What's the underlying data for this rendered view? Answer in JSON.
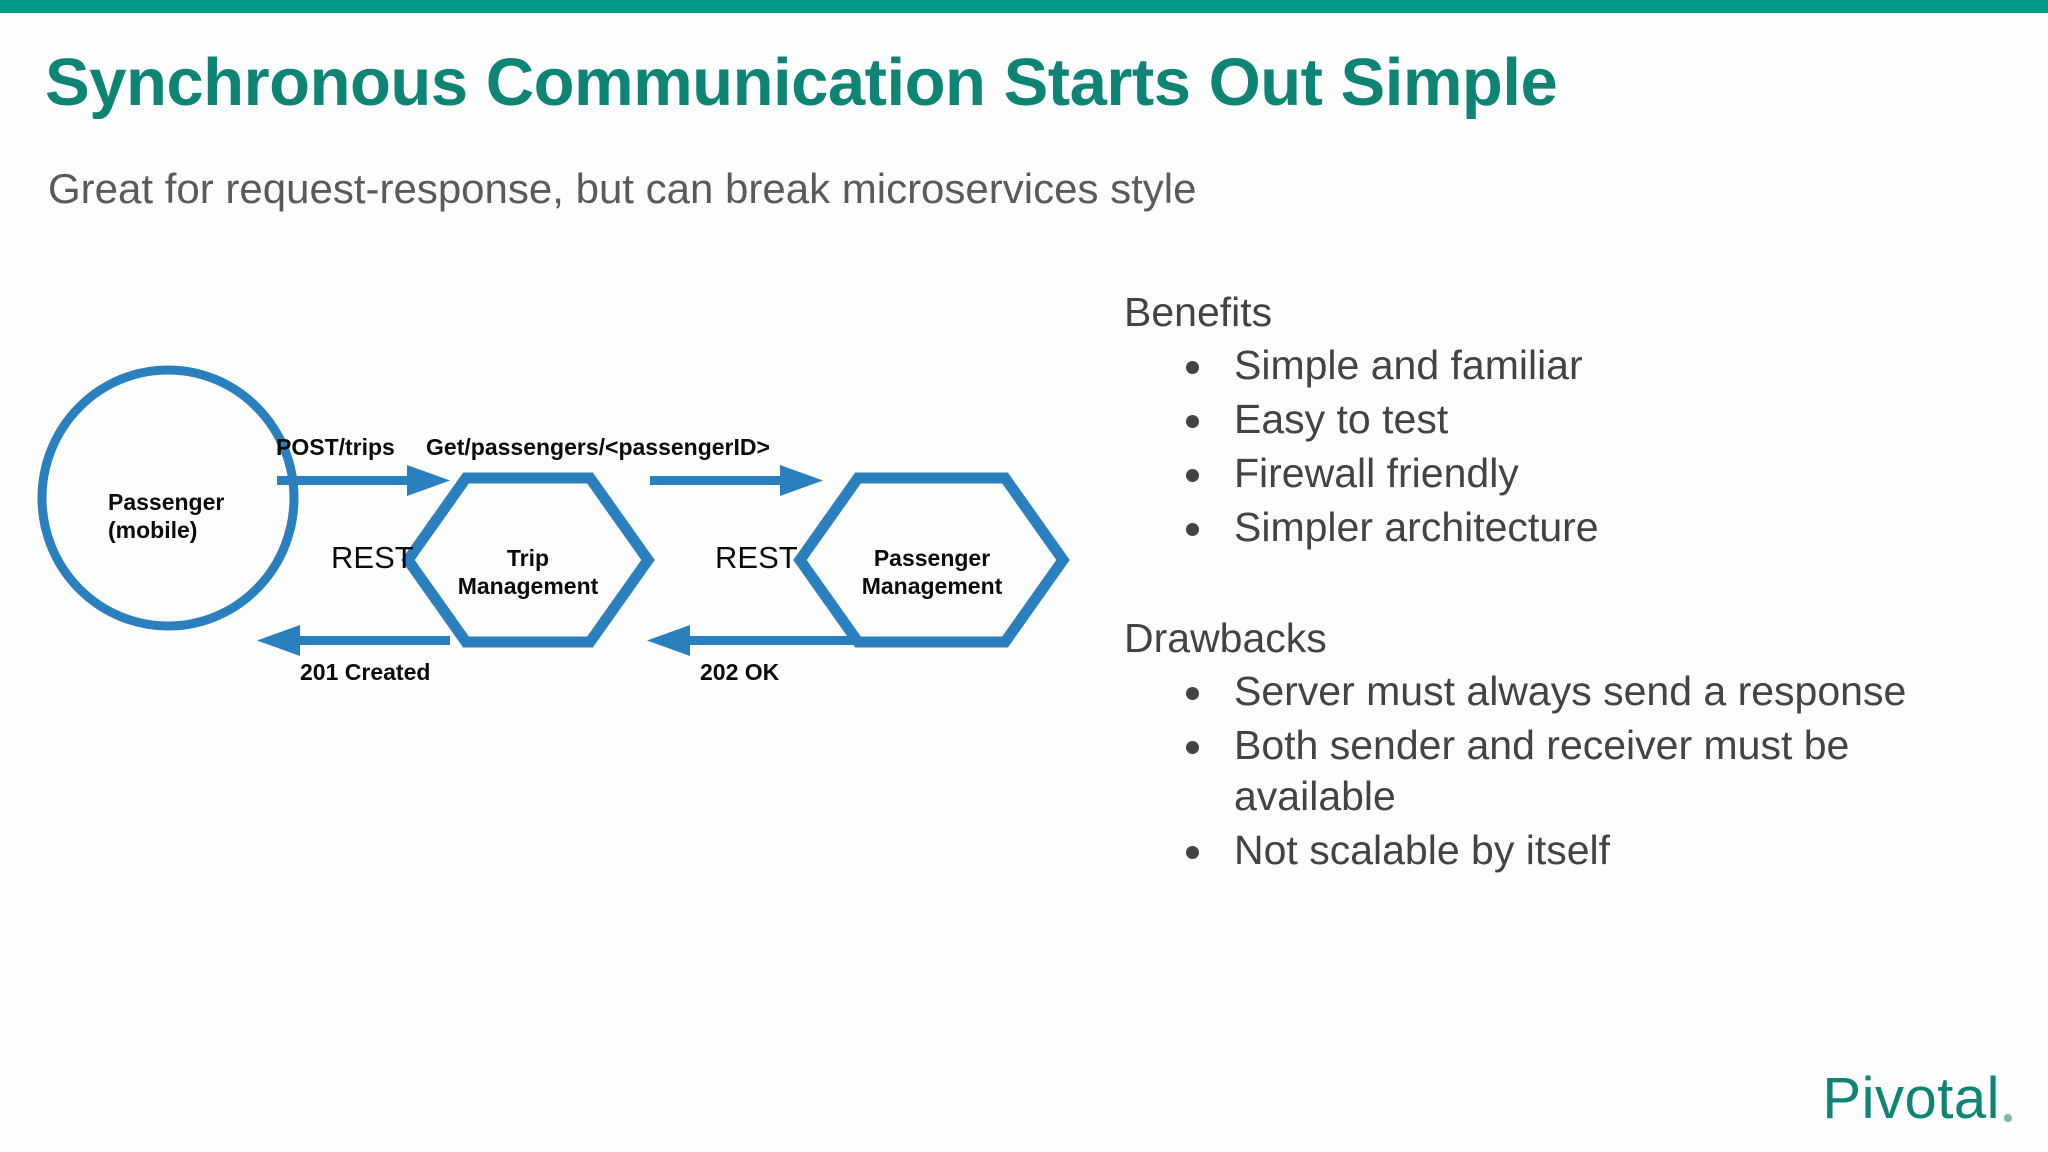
{
  "accent_bar_color": "#009887",
  "title": "Synchronous Communication Starts Out Simple",
  "subtitle": "Great for request-response, but can break microservices style",
  "theme": {
    "title_color": "#0d8474",
    "subtitle_color": "#5a5a5a",
    "body_color": "#434343",
    "diagram_blue": "#2a7fbf",
    "brand_teal": "#0d8474"
  },
  "diagram": {
    "nodes": [
      {
        "id": "passenger",
        "shape": "circle",
        "label_line1": "Passenger",
        "label_line2": "(mobile)"
      },
      {
        "id": "trip-management",
        "shape": "hexagon",
        "label_line1": "Trip",
        "label_line2": "Management"
      },
      {
        "id": "passenger-management",
        "shape": "hexagon",
        "label_line1": "Passenger",
        "label_line2": "Management"
      }
    ],
    "edges": [
      {
        "id": "post-trips",
        "label": "POST/trips",
        "direction": "right",
        "protocol": "REST"
      },
      {
        "id": "get-passengers",
        "label": "Get/passengers/<passengerID>",
        "direction": "right",
        "protocol": "REST"
      },
      {
        "id": "201-created",
        "label": "201 Created",
        "direction": "left"
      },
      {
        "id": "202-ok",
        "label": "202 OK",
        "direction": "left"
      }
    ],
    "protocol_label_left": "REST",
    "protocol_label_right": "REST"
  },
  "benefits": {
    "heading": "Benefits",
    "items": [
      "Simple and familiar",
      "Easy to test",
      "Firewall friendly",
      "Simpler architecture"
    ]
  },
  "drawbacks": {
    "heading": "Drawbacks",
    "items": [
      "Server must always send a response",
      "Both sender and receiver must be available",
      "Not scalable by itself"
    ]
  },
  "logo": {
    "wordmark": "Pivotal"
  }
}
